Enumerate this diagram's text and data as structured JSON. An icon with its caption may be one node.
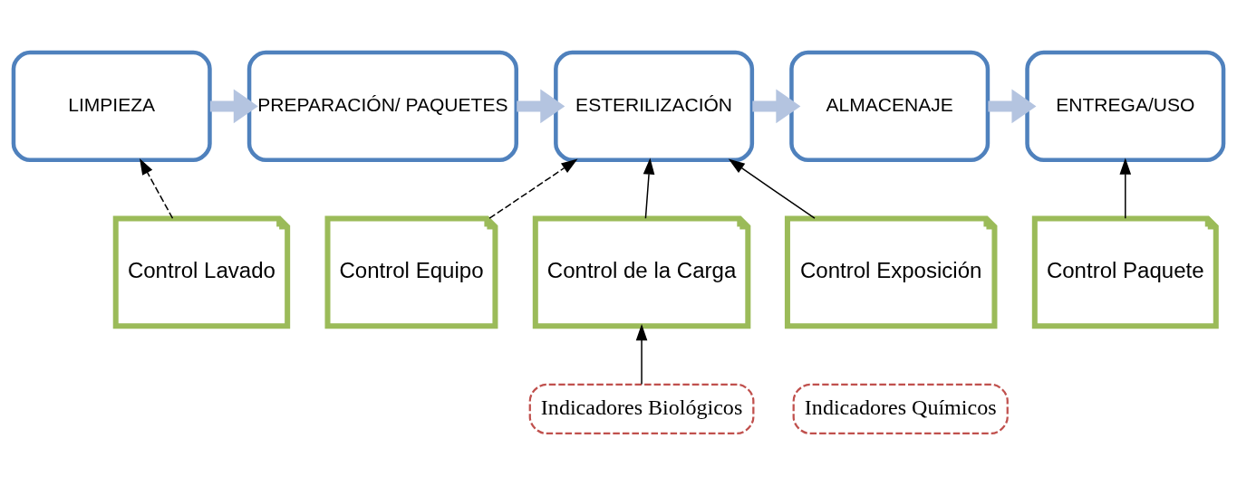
{
  "diagram": {
    "nodes": [
      {
        "text": [
          "LIMPIEZA"
        ]
      },
      {
        "text": [
          "PREPARACIÓN/ PAQUETES"
        ]
      },
      {
        "text": [
          "ESTERILIZACIÓN"
        ]
      },
      {
        "text": [
          "ALMACENAJE"
        ]
      },
      {
        "text": [
          "ENTREGA/USO"
        ]
      },
      {
        "text": [
          "Control Lavado"
        ]
      },
      {
        "text": [
          "Control Equipo"
        ]
      },
      {
        "text": [
          "Control de la Carga"
        ]
      },
      {
        "text": [
          "Control Exposición"
        ]
      },
      {
        "text": [
          "Control Paquete"
        ]
      },
      {
        "text": [
          "Indicadores Biológicos"
        ]
      },
      {
        "text": [
          "Indicadores Químicos"
        ]
      }
    ],
    "edges": [
      {
        "from": 0,
        "to": 1,
        "arrow": "to",
        "style": "thick",
        "color": "#b4c4e0"
      },
      {
        "from": 1,
        "to": 2,
        "arrow": "to",
        "style": "thick",
        "color": "#b4c4e0"
      },
      {
        "from": 2,
        "to": 3,
        "arrow": "to",
        "style": "thick",
        "color": "#b4c4e0"
      },
      {
        "from": 3,
        "to": 4,
        "arrow": "to",
        "style": "thick",
        "color": "#b4c4e0"
      },
      {
        "from": 5,
        "to": 0,
        "arrow": "to",
        "style": "dashed"
      },
      {
        "from": 6,
        "to": 2,
        "arrow": "to",
        "style": "dashed"
      },
      {
        "from": 7,
        "to": 2,
        "arrow": "to"
      },
      {
        "from": 8,
        "to": 2,
        "arrow": "to"
      },
      {
        "from": 9,
        "to": 4,
        "arrow": "to"
      },
      {
        "from": 10,
        "to": 7,
        "arrow": "to"
      }
    ]
  }
}
